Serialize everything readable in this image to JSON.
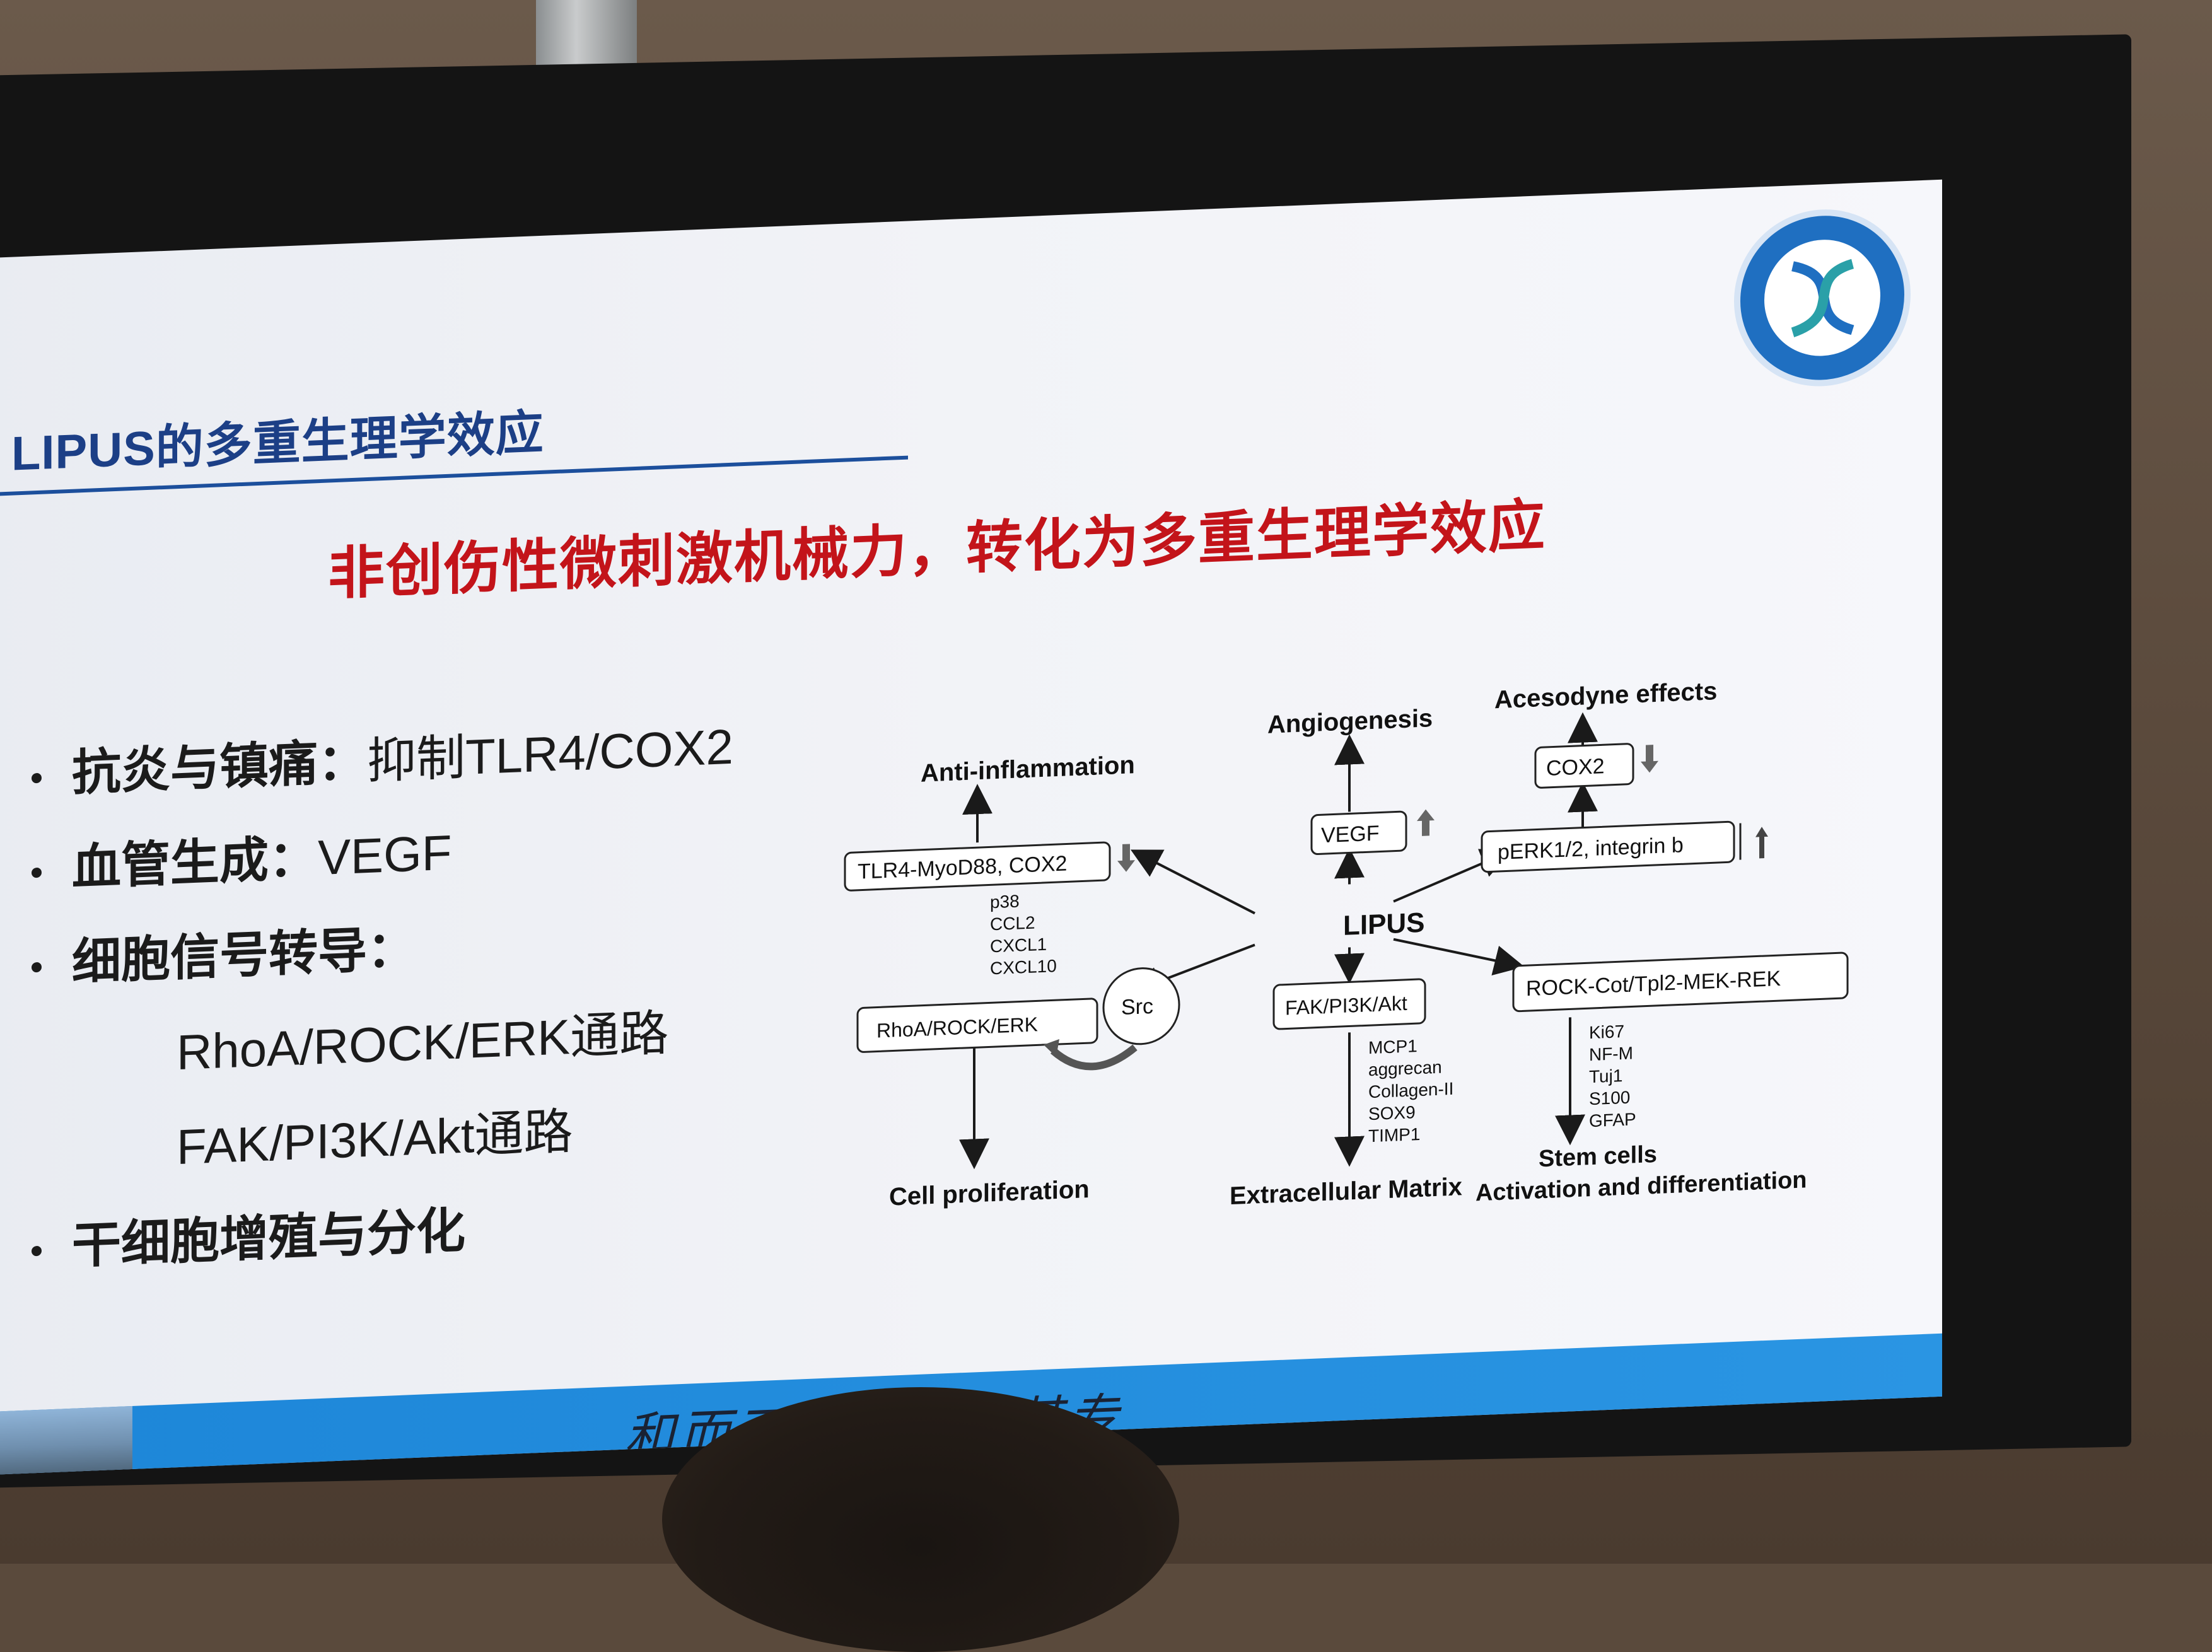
{
  "slide": {
    "title": "LIPUS的多重生理学效应",
    "headline": "非创伤性微刺激机械力，转化为多重生理学效应",
    "bullets": [
      {
        "bold": "抗炎与镇痛：",
        "rest": "抑制TLR4/COX2"
      },
      {
        "bold": "血管生成：",
        "rest": "VEGF"
      },
      {
        "bold": "细胞信号转导：",
        "rest": ""
      },
      {
        "bold": "干细胞增殖与分化",
        "rest": ""
      }
    ],
    "sub_items": [
      "RhoA/ROCK/ERK通路",
      "FAK/PI3K/Akt通路"
    ],
    "footer_motto": "和而不同、各精其专"
  },
  "diagram": {
    "center": "LIPUS",
    "anti_inflammation": "Anti-inflammation",
    "tlr_box": "TLR4-MyoD88, COX2",
    "tlr_markers": [
      "p38",
      "CCL2",
      "CXCL1",
      "CXCL10"
    ],
    "angiogenesis": "Angiogenesis",
    "vegf_box": "VEGF",
    "acesodyne": "Acesodyne effects",
    "cox2_box": "COX2",
    "perk_box": "pERK1/2, integrin b",
    "rhoa_box": "RhoA/ROCK/ERK",
    "src": "Src",
    "cell_prolif": "Cell proliferation",
    "fak_box": "FAK/PI3K/Akt",
    "fak_markers": [
      "MCP1",
      "aggrecan",
      "Collagen-II",
      "SOX9",
      "TIMP1"
    ],
    "ecm": "Extracellular Matrix",
    "rock_box": "ROCK-Cot/Tpl2-MEK-REK",
    "rock_markers": [
      "Ki67",
      "NF-M",
      "Tuj1",
      "S100",
      "GFAP"
    ],
    "stem1": "Stem cells",
    "stem2": "Activation and differentiation"
  },
  "colors": {
    "title": "#1c3f86",
    "headline": "#c3141a",
    "footer": "#1d86d8"
  }
}
